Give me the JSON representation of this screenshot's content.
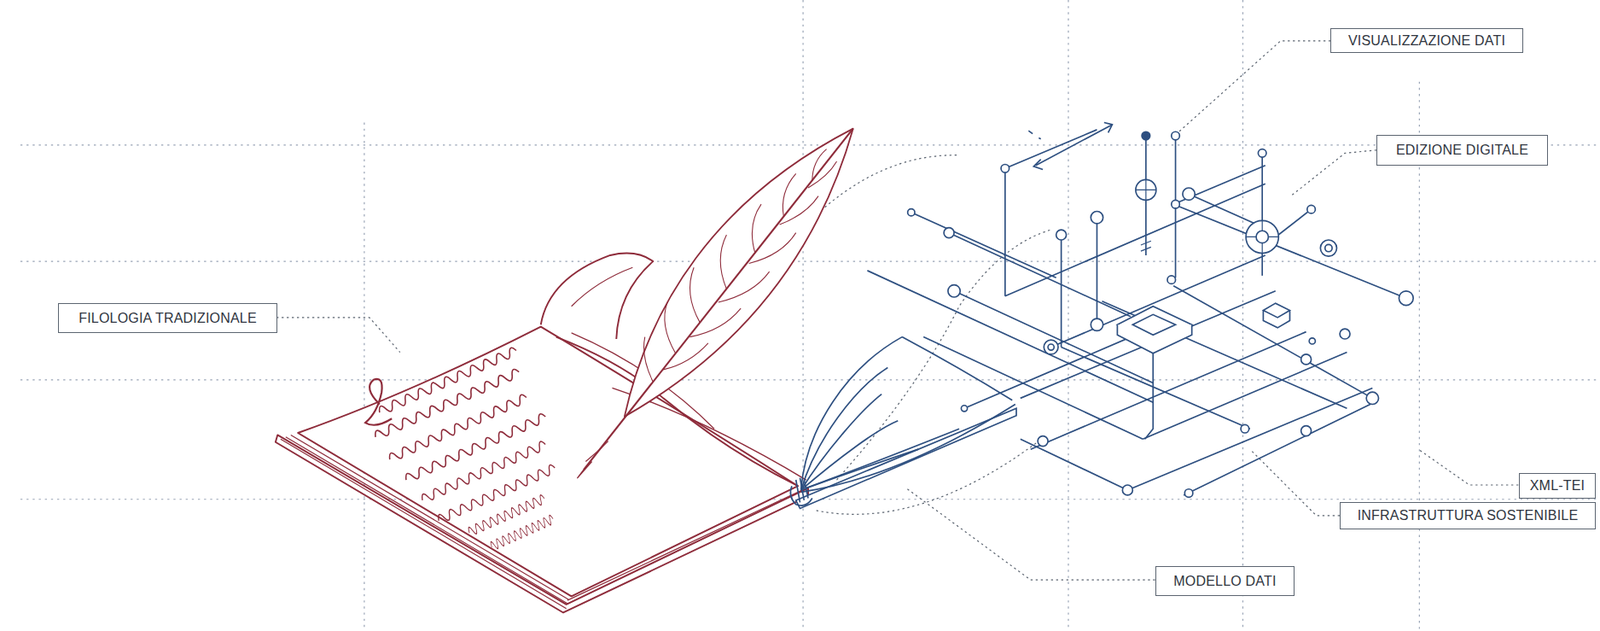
{
  "diagram": {
    "nodes": [
      {
        "text": [
          "VISUALIZZAZIONE DATI"
        ]
      },
      {
        "text": [
          "EDIZIONE DIGITALE"
        ]
      },
      {
        "text": [
          "FILOLOGIA TRADIZIONALE"
        ]
      },
      {
        "text": [
          "XML-TEI"
        ]
      },
      {
        "text": [
          "INFRASTRUTTURA SOSTENIBILE"
        ]
      },
      {
        "text": [
          "MODELLO DATI"
        ]
      }
    ]
  }
}
